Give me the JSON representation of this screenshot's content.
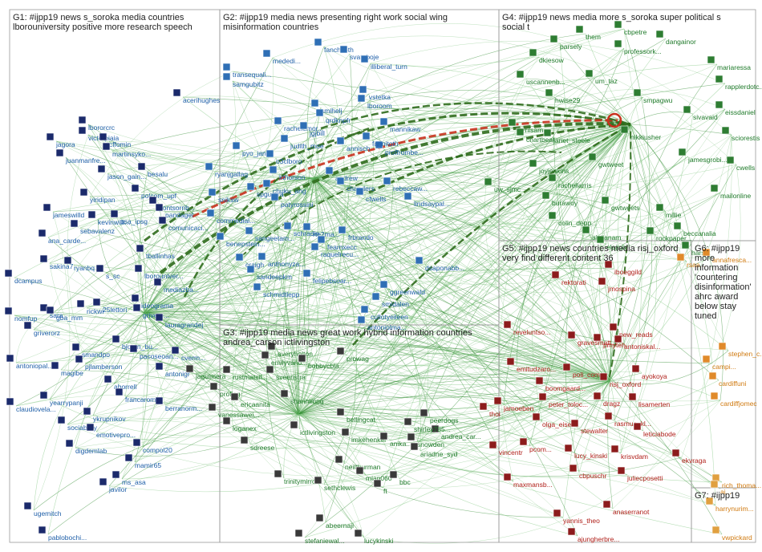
{
  "colors": {
    "edge": "#2e8b2e",
    "edge_light": "#79c279",
    "edge_heavy": "#2f6b1c",
    "edge_red": "#c8321e",
    "label_blue": "#1f5fa8",
    "label_green": "#1f7a2a",
    "label_red": "#b0201a",
    "label_orange": "#d07a10",
    "box": "#999999"
  },
  "groups": [
    {
      "id": "G1",
      "title_lines": [
        "G1: #ijpp19 news s_soroka media countries",
        "lborouniversity positive more research speech"
      ]
    },
    {
      "id": "G2",
      "title_lines": [
        "G2: #ijpp19 media news presenting right work social wing",
        "misinformation countries"
      ]
    },
    {
      "id": "G3",
      "title_lines": [
        "G3: #ijpp19 media news great work hybrid information countries",
        "andrea_carson ictlivingston"
      ]
    },
    {
      "id": "G4",
      "title_lines": [
        "G4: #ijpp19 news media more s_soroka super political s",
        "social t"
      ]
    },
    {
      "id": "G5",
      "title_lines": [
        "G5: #ijpp19 news countries media risj_oxford",
        "very find different content 36"
      ]
    },
    {
      "id": "G6",
      "title_lines": [
        "G6: #ijpp19",
        "more",
        "information",
        "'countering",
        "disinformation'",
        "ahrc award",
        "below stay",
        "tuned"
      ]
    },
    {
      "id": "G7",
      "title_lines": [
        "G7: #ijpp19"
      ]
    }
  ],
  "nodes": {
    "G1": [
      "acerihughes",
      "lbororcrc",
      "jagora",
      "victorpiaia",
      "cffomin",
      "martinsyko...",
      "juanmanfre...",
      "jason_gain...",
      "besalu",
      "yiridipan",
      "polcom_upf",
      "pontsorrib...",
      "jameswilld",
      "kevinwilli...",
      "psa_ipsg",
      "pandagel",
      "comunicaci...",
      "sebavalenz",
      "ana_carde...",
      "tballinhas",
      "sakina7",
      "ryanbq",
      "lborouniver...",
      "dcampus",
      "s_sc",
      "mediazba...",
      "sara",
      "gba_mm",
      "rickwi",
      "25lettori",
      "ideograma",
      "nomfup",
      "grivero...",
      "lauragrandej",
      "griverorz",
      "bjoern_bu...",
      "smandpo",
      "pacoseoan...",
      "antoniopal...",
      "pjlamberson",
      "cverm...",
      "magibe",
      "antonigr",
      "claudiovela...",
      "yearrypanji",
      "aborrell",
      "francarom",
      "berranorm...",
      "ykrupnikov",
      "sociability",
      "emotivepro...",
      "digdemlab",
      "compol20",
      "mamir65",
      "ms_asa",
      "javilor",
      "ugemitch",
      "pablobochi..."
    ],
    "G2": [
      "mededi...",
      "fanchitoth",
      "transequali...",
      "svateboje",
      "samgubitz",
      "illiberal_turn",
      "vstetka",
      "lboroom",
      "smihelj",
      "qrdknpfr",
      "rachelemor...",
      "jgjbill",
      "mannikaw",
      "pyo_jane",
      "judith_moe",
      "annisch",
      "proffrombe...",
      "fannitoth",
      "o3clboro",
      "kthorson",
      "andrew",
      "ryanjgallag",
      "chanders",
      "rebeccaw...",
      "sniksw",
      "spguerra",
      "cfwells",
      "lindsaypal...",
      "chuku_ang",
      "patyrossini",
      "commedial...",
      "sangeetam...",
      "schradie",
      "rte2ma...",
      "frbrando",
      "benepstein...",
      "fearnxecc",
      "raquelrecu...",
      "craigh",
      "anthonyza...",
      "sandeepkm",
      "felipebsoar...",
      "schmidtlepp",
      "ggreenwald",
      "smidalen",
      "cullotyeileen",
      "antoniolma...",
      "dsaponabb..."
    ],
    "G3": [
      "averyholton",
      "emilyvand...",
      "prowag",
      "bobbycbla...",
      "jaguimera",
      "rustmatsil...",
      "sveenstra",
      "profisg",
      "ericaanita",
      "shannimog",
      "vanessawei...",
      "loganex",
      "bellingcat",
      "ictlivingston",
      "imkehenkel",
      "andrea_car...",
      "anika...",
      "shirley785...",
      "peerdogs",
      "snowden",
      "sdreese",
      "ariadne_syd",
      "neilthurman",
      "trinitymirror",
      "sethclewis",
      "mian060",
      "bbc",
      "ft",
      "abeernaji",
      "stefaniewal...",
      "lucykinski"
    ],
    "G4": [
      "cbpetre",
      "them",
      "dangainor",
      "parsely",
      "professork...",
      "mariaressa",
      "dkiesow",
      "rapplerdotc...",
      "uscannenb...",
      "um_taz",
      "hwise29",
      "smpagwu",
      "cyrilsam",
      "sivavaid",
      "eissdaniel",
      "chartbeat",
      "janet_steele",
      "nikkiusher",
      "sciorestis",
      "jamesgrobi...",
      "cwells",
      "joyjenkins",
      "gwtweet",
      "rachellarris",
      "mailonline",
      "uw_sjmc",
      "burawoy",
      "gwtweets",
      "millie",
      "colin_depp...",
      "beccanalia",
      "alajlanam",
      "rockpaper...",
      "harsht",
      "elajjuh"
    ],
    "G5": [
      "rektorati",
      "iboeggild",
      "jmospina",
      "reveluntso...",
      "gravesmatt...",
      "new_reads",
      "pmyteh",
      "antoniskal...",
      "emitudzaro...",
      "poli_com",
      "ayokoya",
      "boomgaard...",
      "risj_oxford",
      "jamoeben",
      "peter_toloc...",
      "dragz",
      "lisamerten",
      "olga_eisele",
      "rasmus_kl...",
      "thoi",
      "stewalter",
      "leticiabode",
      "vincentr",
      "pcom...",
      "ekvraga",
      "lucy_kinski",
      "krisvdam",
      "maxmansb...",
      "cbpuschr",
      "juliecposetti",
      "anaserranot",
      "yannis_theo",
      "ajungherbre..."
    ],
    "G6": [
      "rsaa...",
      "annafresca...",
      "stephen_c...",
      "campi...",
      "cardiffuni",
      "cardiffjomec"
    ],
    "G7": [
      "rich_thoma...",
      "ai...",
      "harrynurim...",
      "vwpickard"
    ]
  }
}
